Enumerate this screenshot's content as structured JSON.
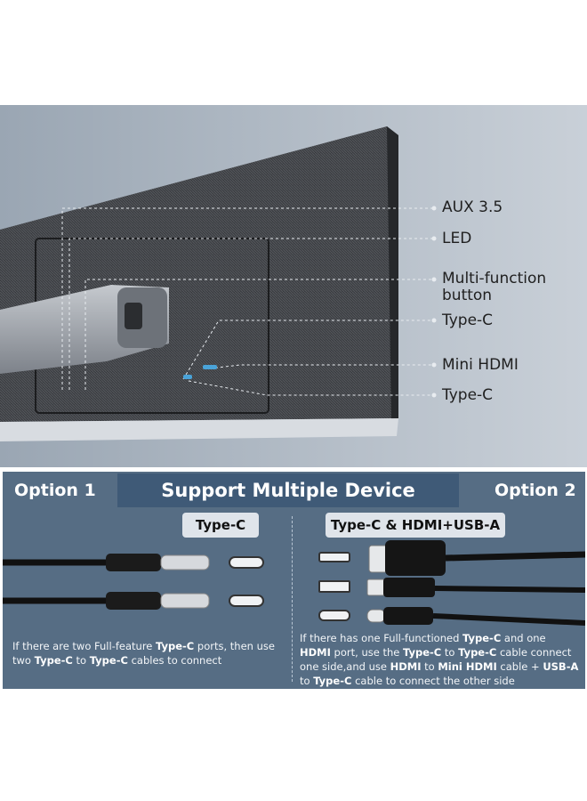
{
  "ports": {
    "labels": [
      "AUX 3.5",
      "LED",
      "Multi-function",
      "button",
      "Type-C",
      "Mini HDMI",
      "Type-C"
    ]
  },
  "banner": {
    "title": "Support Multiple Device",
    "option1": "Option 1",
    "option2": "Option 2"
  },
  "option1": {
    "pill": "Type-C",
    "desc": {
      "p1": "If there are two Full-feature ",
      "b1": "Type-C",
      "p2": " ports, then use",
      "p3": "two ",
      "b2": "Type-C",
      "p4": " to ",
      "b3": "Type-C",
      "p5": " cables to connect"
    }
  },
  "option2": {
    "pill": "Type-C & HDMI+USB-A",
    "desc": {
      "p1": "If there has one Full-functioned ",
      "b1": "Type-C",
      "p2": " and one",
      "b2": "HDMI",
      "p3": " port, use the ",
      "b3": "Type-C",
      "p4": " to ",
      "b4": "Type-C",
      "p5": " cable connect",
      "p6": "one side,and use ",
      "b5": "HDMI",
      "p7": " to ",
      "b6": "Mini HDMI",
      "p8": " cable + ",
      "b7": "USB-A",
      "p9": "to ",
      "b8": "Type-C",
      "p10": " cable to connect the other side"
    }
  },
  "colors": {
    "panel": "#566d84",
    "banner": "#3f5a77",
    "monitor": "#3a3c40",
    "stand": "#9ea3aa"
  }
}
